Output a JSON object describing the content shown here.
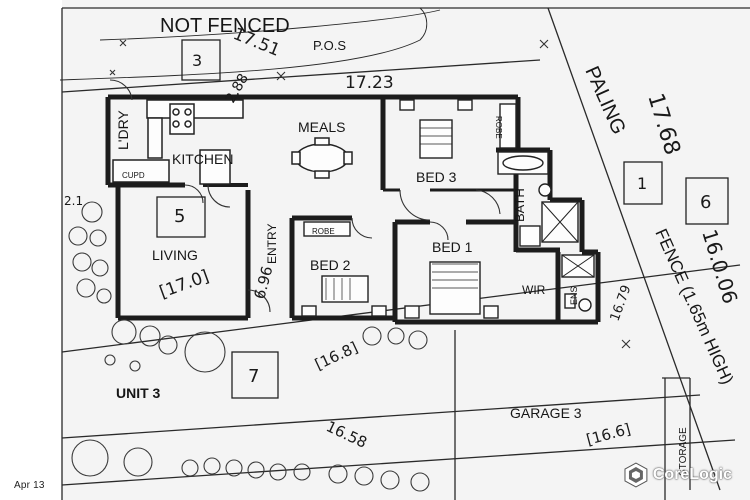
{
  "plan": {
    "not_fenced": "NOT  FENCED",
    "pos": "P.O.S",
    "dims": {
      "top_a": "17.51",
      "top_b": "17.23",
      "kitchen_wall": "2.88",
      "paling_len": "17.68",
      "fence_len": "16.0.06",
      "living_area": "[17.0]",
      "entry_len": "6.96",
      "unit_area": "[16.8]",
      "front_len": "16.58",
      "garage_area": "[16.6]",
      "side_small": "16.79",
      "left_small": "2.1"
    },
    "rooms": {
      "laundry": "L'DRY",
      "cupd": "CUPD",
      "kitchen": "KITCHEN",
      "meals": "MEALS",
      "robe_a": "ROBE",
      "bed3": "BED 3",
      "bath": "BATH",
      "living": "LIVING",
      "entry": "ENTRY",
      "robe_b": "ROBE",
      "bed2": "BED 2",
      "bed1": "BED 1",
      "wir": "WIR",
      "ens": "ENS",
      "unit": "UNIT 3",
      "garage": "GARAGE 3",
      "storage": "STORAGE"
    },
    "side": {
      "paling": "PALING",
      "fence": "FENCE (1.65m HIGH)"
    },
    "boxes": {
      "b3": "3",
      "b5": "5",
      "b1": "1",
      "b6": "6",
      "b7": "7"
    }
  },
  "footer": {
    "date": "Apr 13",
    "brand": "CoreLogic"
  }
}
